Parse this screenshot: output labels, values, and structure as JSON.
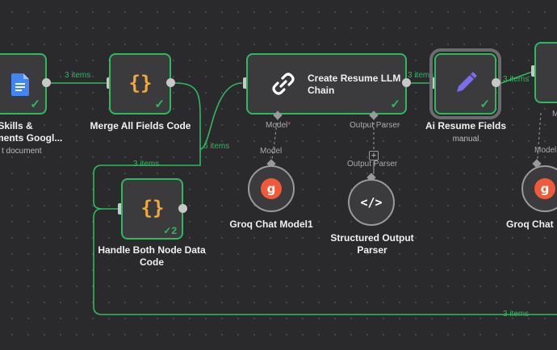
{
  "nodes": {
    "google_doc": {
      "label_line1": "ch Skills &",
      "label_line2": "shments Googl...",
      "sublabel": "t document",
      "icon": "google-docs-icon",
      "status": "success-check"
    },
    "merge_all": {
      "label": "Merge All Fields Code",
      "icon": "code-braces-icon",
      "status": "success-check"
    },
    "resume_chain": {
      "title_line1": "Create Resume LLM",
      "title_line2": "Chain",
      "icon": "link-chain-icon",
      "status": "success-check"
    },
    "ai_resume": {
      "label": "Ai Resume Fields",
      "sublabel": "manual",
      "icon": "pencil-icon",
      "status": "success-check"
    },
    "handle_both": {
      "label_line1": "Handle Both Node Data",
      "label_line2": "Code",
      "icon": "code-braces-icon",
      "run_count": "2"
    },
    "groq_model1": {
      "label": "Groq Chat Model1",
      "icon": "groq-logo-icon",
      "glyph": "g"
    },
    "output_parser": {
      "label_line1": "Structured Output",
      "label_line2": "Parser",
      "icon": "code-tag-icon",
      "glyph": "</>"
    },
    "groq_model_right": {
      "label": "Groq Chat",
      "icon": "groq-logo-icon",
      "glyph": "g"
    }
  },
  "edges": {
    "doc_to_merge": "3 items",
    "merge_to_chain": "6 items",
    "loop_top": "3 items",
    "chain_to_ai": "3 items",
    "ai_to_next": "3 items",
    "bottom_loop": "3 items"
  },
  "ports": {
    "chain_model": "Model",
    "chain_model_required": "*",
    "chain_model_line": "Model",
    "chain_parser": "Output Parser",
    "chain_parser_line": "Output Parser",
    "right_model": "Model",
    "right_model_top": "M"
  },
  "colors": {
    "success": "#2fb85f",
    "canvas": "#2a2a2c",
    "node": "#3b3b3e",
    "groq": "#f05a3a",
    "code": "#f2a93b",
    "docs": "#4285f4",
    "pencil": "#7c6cf0"
  }
}
